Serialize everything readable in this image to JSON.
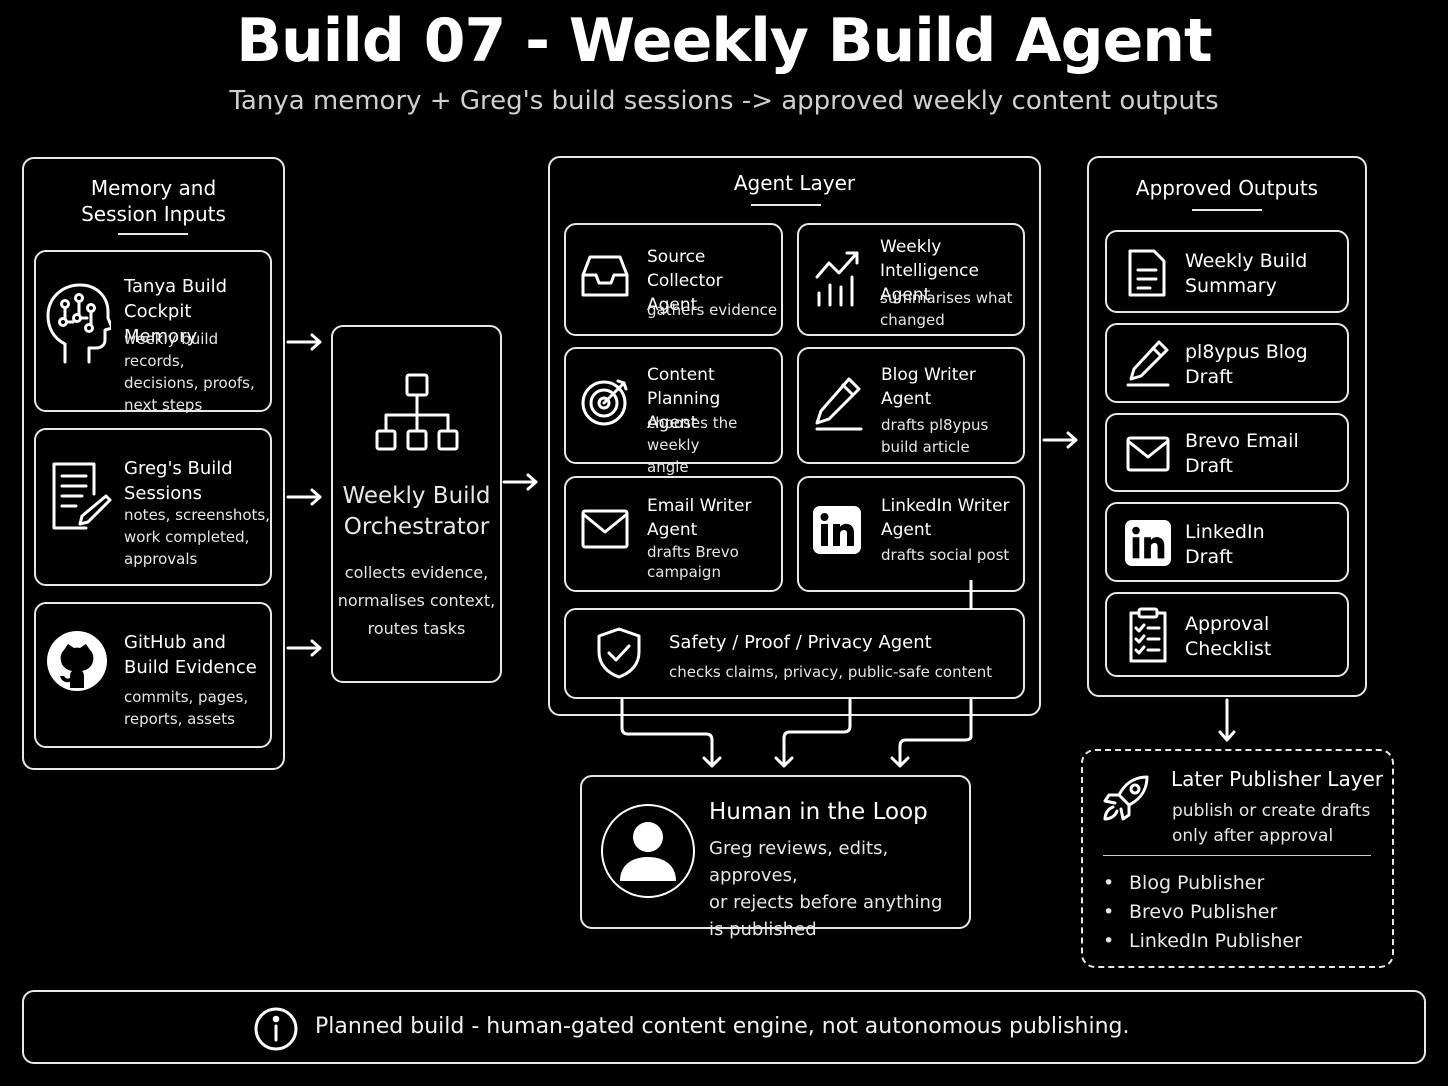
{
  "header": {
    "title": "Build 07 - Weekly Build Agent",
    "subtitle": "Tanya memory + Greg's build sessions -> approved weekly content outputs"
  },
  "inputs": {
    "heading_line1": "Memory and",
    "heading_line2": "Session Inputs",
    "items": [
      {
        "title1": "Tanya Build",
        "title2": "Cockpit Memory",
        "desc1": "weekly build records,",
        "desc2": "decisions, proofs,",
        "desc3": "next steps",
        "icon": "brain-circuit-icon"
      },
      {
        "title1": "Greg's Build",
        "title2": "Sessions",
        "desc1": "notes, screenshots,",
        "desc2": "work completed,",
        "desc3": "approvals",
        "icon": "document-pen-icon"
      },
      {
        "title1": "GitHub and",
        "title2": "Build Evidence",
        "desc1": "commits, pages,",
        "desc2": "reports, assets",
        "desc3": "",
        "icon": "github-icon"
      }
    ]
  },
  "orchestrator": {
    "title1": "Weekly Build",
    "title2": "Orchestrator",
    "desc1": "collects evidence,",
    "desc2": "normalises context,",
    "desc3": "routes tasks",
    "icon": "hierarchy-icon"
  },
  "agent_layer": {
    "heading": "Agent Layer",
    "agents": [
      {
        "title1": "Source Collector",
        "title2": "Agent",
        "desc1": "gathers evidence",
        "desc2": "",
        "icon": "inbox-tray-icon"
      },
      {
        "title1": "Weekly Intelligence",
        "title2": "Agent",
        "desc1": "summarises what",
        "desc2": "changed",
        "icon": "trend-chart-icon"
      },
      {
        "title1": "Content Planning",
        "title2": "Agent",
        "desc1": "chooses the weekly",
        "desc2": "angle",
        "icon": "target-icon"
      },
      {
        "title1": "Blog Writer",
        "title2": "Agent",
        "desc1": "drafts pl8ypus",
        "desc2": "build article",
        "icon": "pencil-icon"
      },
      {
        "title1": "Email Writer",
        "title2": "Agent",
        "desc1": "drafts Brevo",
        "desc2": "campaign",
        "icon": "envelope-icon"
      },
      {
        "title1": "LinkedIn Writer",
        "title2": "Agent",
        "desc1": "drafts social post",
        "desc2": "",
        "icon": "linkedin-icon"
      }
    ],
    "safety": {
      "title": "Safety / Proof / Privacy Agent",
      "desc": "checks claims, privacy, public-safe content",
      "icon": "shield-check-icon"
    }
  },
  "outputs": {
    "heading": "Approved Outputs",
    "items": [
      {
        "line1": "Weekly Build",
        "line2": "Summary",
        "icon": "document-icon"
      },
      {
        "line1": "pl8ypus Blog",
        "line2": "Draft",
        "icon": "pen-icon"
      },
      {
        "line1": "Brevo Email",
        "line2": "Draft",
        "icon": "envelope-icon"
      },
      {
        "line1": "LinkedIn",
        "line2": "Draft",
        "icon": "linkedin-icon"
      },
      {
        "line1": "Approval",
        "line2": "Checklist",
        "icon": "clipboard-check-icon"
      }
    ]
  },
  "human": {
    "title": "Human in the Loop",
    "desc1": "Greg reviews, edits, approves,",
    "desc2": "or rejects before anything",
    "desc3": "is published",
    "icon": "user-icon"
  },
  "publisher": {
    "title": "Later Publisher Layer",
    "desc1": "publish or create drafts",
    "desc2": "only after approval",
    "items": [
      "Blog Publisher",
      "Brevo Publisher",
      "LinkedIn Publisher"
    ],
    "icon": "rocket-icon"
  },
  "footer": {
    "text": "Planned build - human-gated content engine, not autonomous publishing.",
    "icon": "info-icon"
  }
}
